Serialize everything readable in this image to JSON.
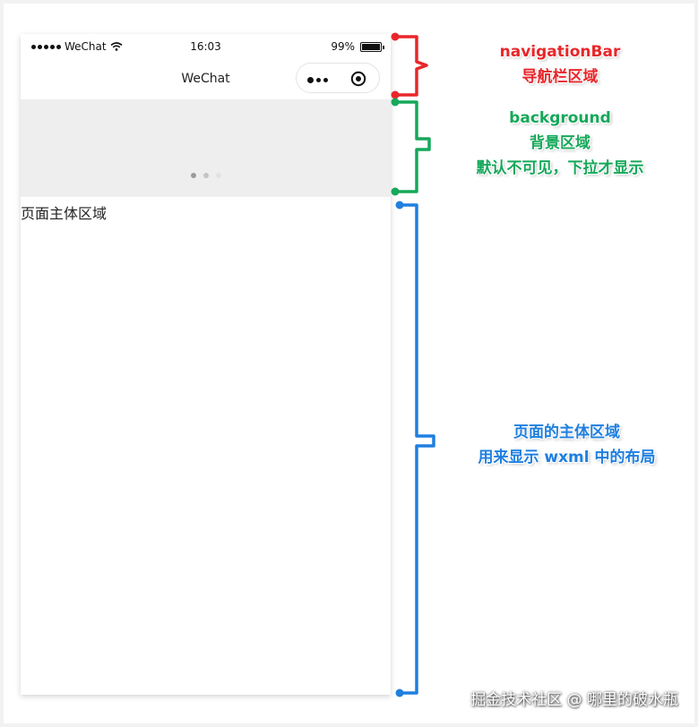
{
  "status_bar": {
    "carrier": "WeChat",
    "time": "16:03",
    "battery": "99%",
    "battery_level": 0.99
  },
  "nav_bar": {
    "title": "WeChat"
  },
  "icons": {
    "signal": "signal-dots-icon",
    "wifi": "wifi-icon",
    "battery": "battery-icon",
    "more": "more-dots-icon",
    "close": "target-circle-icon"
  },
  "page": {
    "body_text": "页面主体区域"
  },
  "annotations": {
    "nav": {
      "line1": "navigationBar",
      "line2": "导航栏区域",
      "color": "#e8262a"
    },
    "background": {
      "line1": "background",
      "line2": "背景区域",
      "line3": "默认不可见，下拉才显示",
      "color": "#16a85a"
    },
    "body": {
      "line1": "页面的主体区域",
      "line2": "用来显示 wxml 中的布局",
      "color": "#1e7fe0"
    }
  },
  "colors": {
    "background_area": "#eeeeee",
    "loading_dots": [
      "#9a9a9a",
      "#c4c4c4",
      "#e2e2e2"
    ]
  },
  "watermark": "掘金技术社区 @ 哪里的破水瓶"
}
